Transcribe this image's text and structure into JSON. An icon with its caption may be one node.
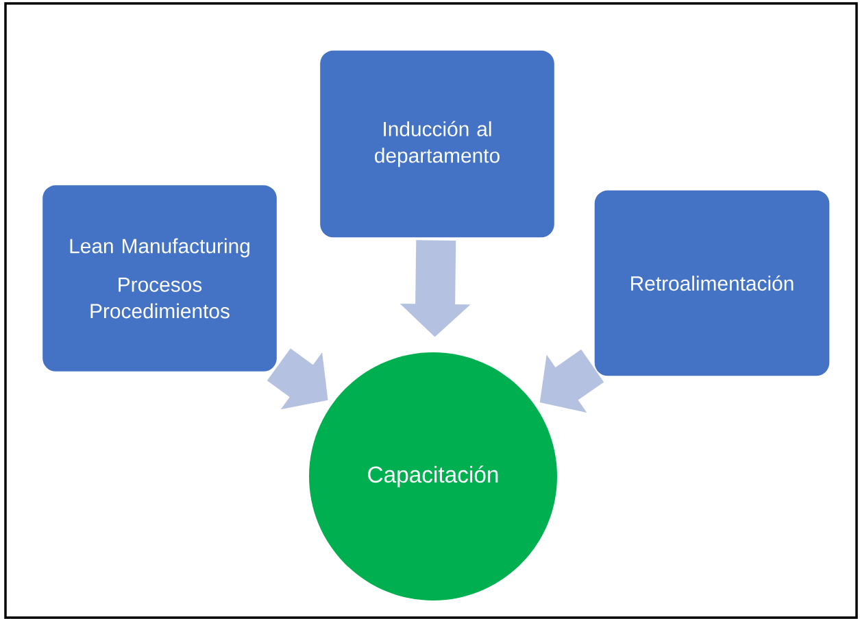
{
  "diagram": {
    "nodes": [
      {
        "text": [
          "Lean Manufacturing",
          "Procesos Procedimientos"
        ]
      },
      {
        "text": [
          "Inducción al departamento"
        ]
      },
      {
        "text": [
          "Retroalimentación"
        ]
      },
      {
        "text": [
          "Capacitación"
        ]
      }
    ],
    "edges": [
      {
        "from": 0,
        "to": 3,
        "arrow": "to"
      },
      {
        "from": 1,
        "to": 3,
        "arrow": "to"
      },
      {
        "from": 2,
        "to": 3,
        "arrow": "to"
      }
    ]
  }
}
